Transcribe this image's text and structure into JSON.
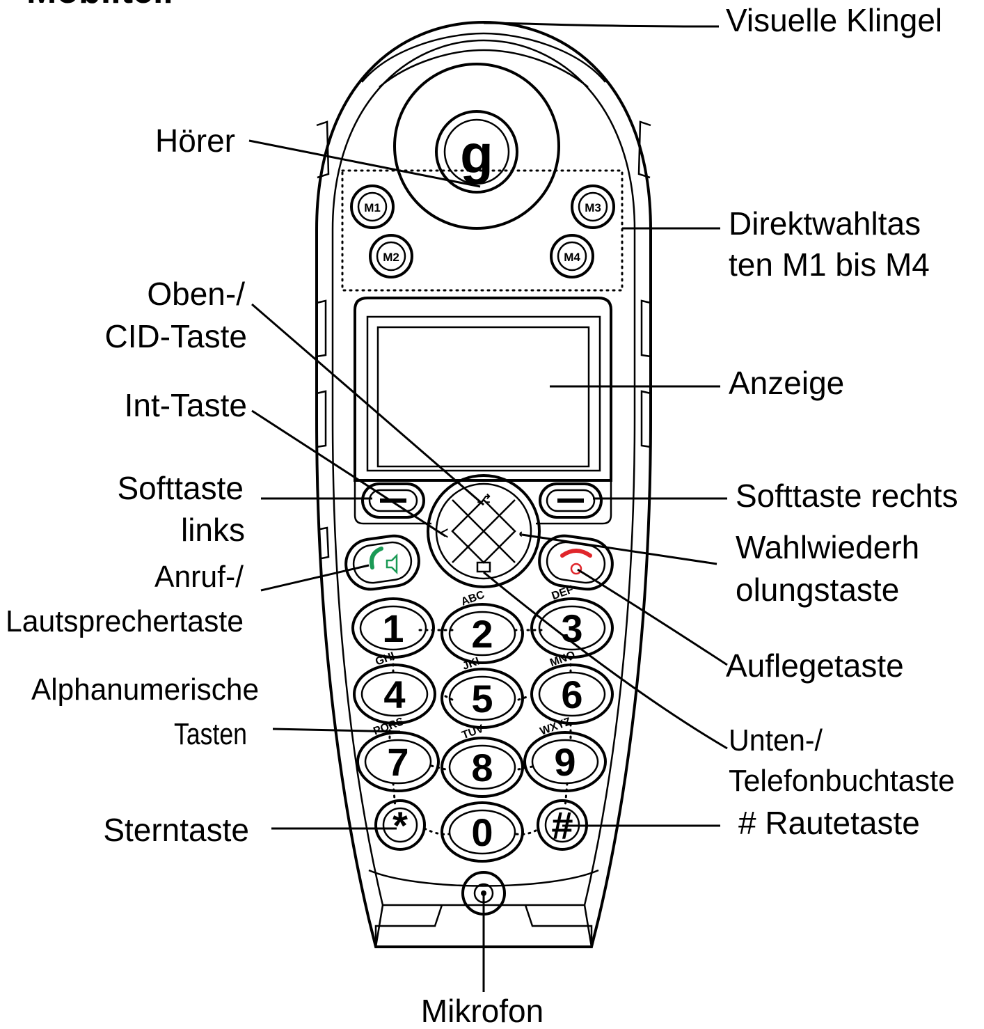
{
  "title": "Mobilteil",
  "labels": {
    "visual_ringer": "Visuelle Klingel",
    "earpiece": "Hörer",
    "speed_dial_line1": "Direktwahltas",
    "speed_dial_line2": "ten M1 bis M4",
    "up_cid_line1": "Oben-/",
    "up_cid_line2": "CID-Taste",
    "display": "Anzeige",
    "int_key": "Int-Taste",
    "softkey_left_line1": "Softtaste",
    "softkey_left_line2": "links",
    "softkey_right": "Softtaste rechts",
    "redial_line1": "Wahlwiederh",
    "redial_line2": "olungstaste",
    "call_speaker_line1": "Anruf-/",
    "call_speaker_line2": "Lautsprechertaste",
    "hangup": "Auflegetaste",
    "alnum_line1": "Alphanumerische",
    "alnum_line2": "Tasten",
    "down_phonebook_line1": "Unten-/",
    "down_phonebook_line2": "Telefonbuchtaste",
    "star_key": "Sterntaste",
    "hash_key": "# Rautetaste",
    "microphone": "Mikrofon"
  },
  "phone": {
    "logo": "g",
    "memory_keys": [
      "M1",
      "M2",
      "M3",
      "M4"
    ],
    "keypad": [
      {
        "digit": "1",
        "letters": ""
      },
      {
        "digit": "2",
        "letters": "ABC"
      },
      {
        "digit": "3",
        "letters": "DEF"
      },
      {
        "digit": "4",
        "letters": "GHI"
      },
      {
        "digit": "5",
        "letters": "JKL"
      },
      {
        "digit": "6",
        "letters": "MNO"
      },
      {
        "digit": "7",
        "letters": "PQRS"
      },
      {
        "digit": "8",
        "letters": "TUV"
      },
      {
        "digit": "9",
        "letters": "WXYZ"
      },
      {
        "digit": "*",
        "letters": ""
      },
      {
        "digit": "0",
        "letters": ""
      },
      {
        "digit": "#",
        "letters": ""
      }
    ],
    "colors": {
      "call_key": "#1a9a55",
      "hangup_key": "#e0262b"
    }
  }
}
